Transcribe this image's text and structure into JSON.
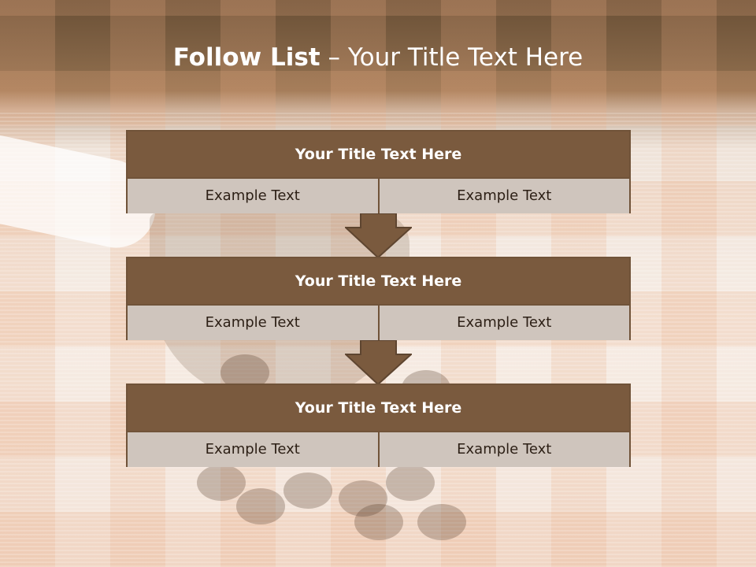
{
  "slide": {
    "title_bold": "Follow List",
    "title_rest": " – Your Title Text Here"
  },
  "steps": [
    {
      "title": "Your Title Text Here",
      "left": "Example Text",
      "right": "Example Text"
    },
    {
      "title": "Your Title Text Here",
      "left": "Example Text",
      "right": "Example Text"
    },
    {
      "title": "Your Title Text Here",
      "left": "Example Text",
      "right": "Example Text"
    }
  ],
  "colors": {
    "header_fill": "#7a5a3e",
    "cell_fill": "#cfc5bd",
    "border": "#705339",
    "arrow_fill": "#7a5a3e"
  }
}
